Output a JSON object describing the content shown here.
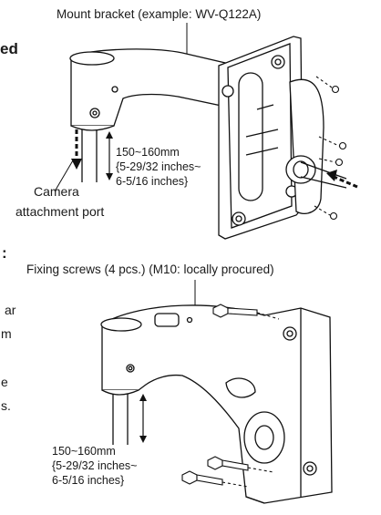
{
  "top_figure": {
    "title": "Mount bracket (example: WV-Q122A)",
    "measure_lines": [
      "150~160mm",
      "{5-29/32 inches~",
      "6-5/16 inches}"
    ],
    "port_label_lines": [
      "Camera",
      "attachment port"
    ]
  },
  "left_text_fragments": {
    "heading_end": "ed",
    "colon": ":",
    "line_a": "ar",
    "line_b": "m",
    "line_c": "e",
    "line_d": "s."
  },
  "bottom_figure": {
    "title": "Fixing screws (4 pcs.) (M10: locally procured)",
    "measure_lines": [
      "150~160mm",
      "{5-29/32 inches~",
      "6-5/16 inches}"
    ]
  }
}
